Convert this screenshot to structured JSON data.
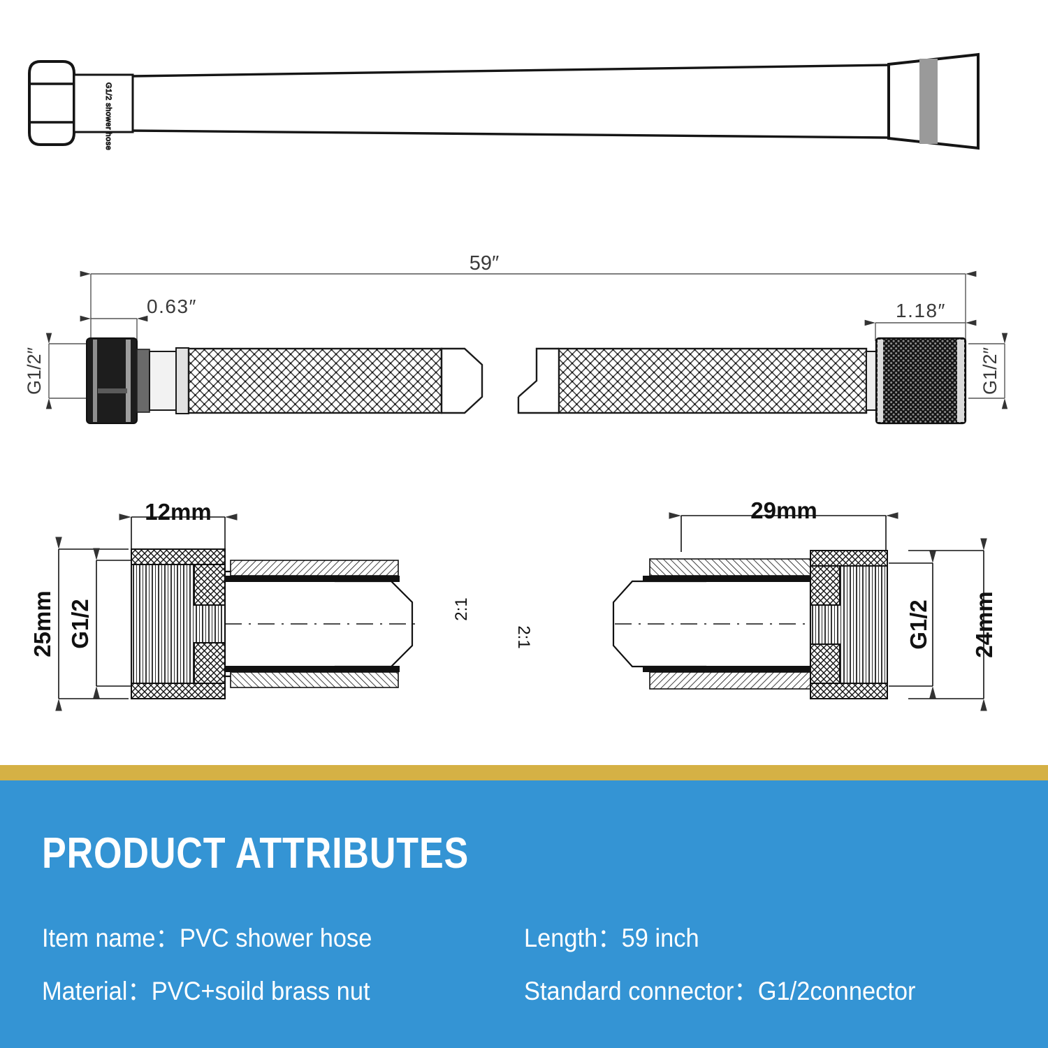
{
  "figure": {
    "type": "technical-product-drawing",
    "subject": "PVC shower hose with G1/2 brass connectors",
    "photo": {
      "label_text": "G1/2 shower hose",
      "left_fitting": "hex-nut",
      "right_fitting": "conical-nut"
    },
    "elevation": {
      "overall_length": "59″",
      "left_thread": "G1/2″",
      "left_nut_length": "0.63″",
      "right_nut_length": "1.18″",
      "right_thread": "G1/2″"
    },
    "section_left": {
      "scale": "2:1",
      "width": "12mm",
      "outer_diameter": "25mm",
      "thread": "G1/2"
    },
    "section_right": {
      "scale": "2:1",
      "width": "29mm",
      "outer_diameter": "24mm",
      "thread": "G1/2"
    }
  },
  "attributes_panel": {
    "title": "PRODUCT ATTRIBUTES",
    "rows": [
      {
        "left_key": "Item name：",
        "left_value": "PVC shower hose",
        "right_key": "Length：",
        "right_value": "59 inch"
      },
      {
        "left_key": "Material：",
        "left_value": "PVC+soild brass nut",
        "right_key": "Standard connector：",
        "right_value": "G1/2connector"
      }
    ]
  },
  "colors": {
    "gold_bar": "#d5b145",
    "panel_blue": "#3494d4",
    "text_white": "#ffffff",
    "line_black": "#1a1a1a",
    "metal_gray": "#9a9a9a"
  }
}
